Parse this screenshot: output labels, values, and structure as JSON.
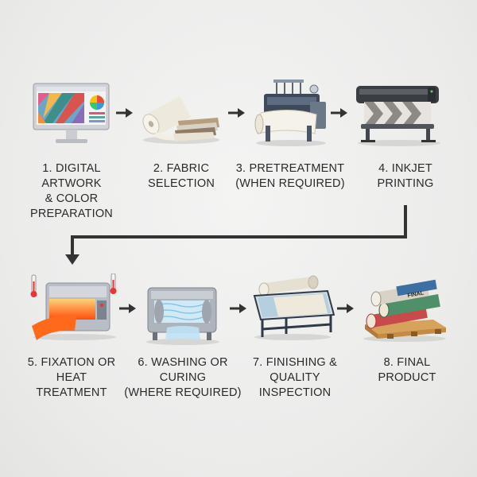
{
  "steps": [
    {
      "number": "1.",
      "label": "1. DIGITAL ARTWORK\n& COLOR\nPREPARATION",
      "icon": "monitor-artwork-icon"
    },
    {
      "number": "2.",
      "label": "2. FABRIC\nSELECTION",
      "icon": "fabric-roll-icon"
    },
    {
      "number": "3.",
      "label": "3. PRETREATMENT\n(WHEN REQUIRED)",
      "icon": "pretreatment-machine-icon"
    },
    {
      "number": "4.",
      "label": "4. INKJET\nPRINTING",
      "icon": "inkjet-printer-icon"
    },
    {
      "number": "5.",
      "label": "5. FIXATION OR\nHEAT\nTREATMENT",
      "icon": "heat-press-icon"
    },
    {
      "number": "6.",
      "label": "6. WASHING OR\nCURING\n(WHERE REQUIRED)",
      "icon": "washing-machine-icon"
    },
    {
      "number": "7.",
      "label": "7. FINISHING &\nQUALITY\nINSPECTION",
      "icon": "inspection-table-icon"
    },
    {
      "number": "8.",
      "label": "8. FINAL\nPRODUCT",
      "icon": "pallet-rolls-icon"
    }
  ],
  "roll_tag": "FINAL",
  "colors": {
    "arrow": "#333333",
    "text": "#2a2a2a",
    "heat": "#ff6a1a",
    "wash": "#9fd3f0"
  }
}
